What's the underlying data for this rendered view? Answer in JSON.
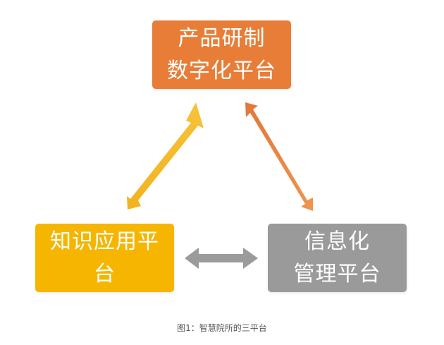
{
  "colors": {
    "top": "#E87D38",
    "left": "#F5B500",
    "right": "#9A9A9A",
    "arrow_left_top": "#F6B927",
    "arrow_right_top": "#E98A45",
    "arrow_bottom": "#9B9B9B"
  },
  "nodes": {
    "top": {
      "line1": "产品研制",
      "line2": "数字化平台"
    },
    "left": {
      "line1": "知识应用平",
      "line2": "台"
    },
    "right": {
      "line1": "信息化",
      "line2": "管理平台"
    }
  },
  "caption": "图1：智慧院所的三平台"
}
